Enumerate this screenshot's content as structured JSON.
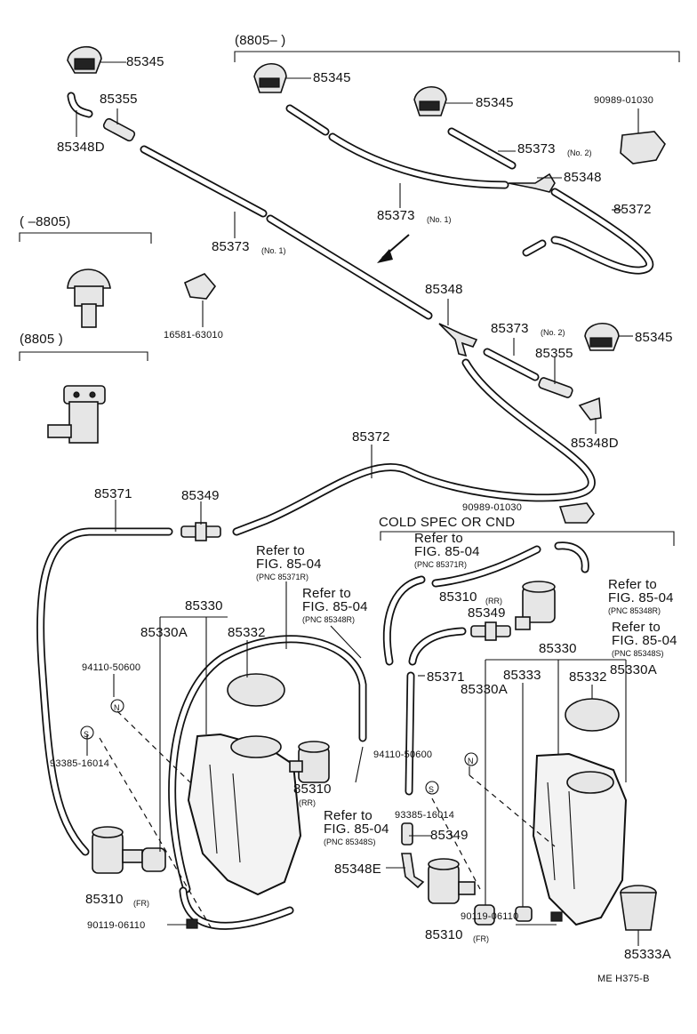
{
  "ranges": {
    "from_8805": "(8805–       )",
    "to_8805": "(       –8805)",
    "from_8805_b": "(8805         )"
  },
  "parts": {
    "p85345_a": "85345",
    "p85345_b": "85345",
    "p85345_c": "85345",
    "p85345_d": "85345",
    "p85355_a": "85355",
    "p85355_b": "85355",
    "p85348D_a": "85348D",
    "p85348D_b": "85348D",
    "p85373_1a": "85373",
    "p85373_1a_note": "(No. 1)",
    "p85373_1b": "85373",
    "p85373_1b_note": "(No. 1)",
    "p85373_2a": "85373",
    "p85373_2a_note": "(No. 2)",
    "p85373_2b": "85373",
    "p85373_2b_note": "(No. 2)",
    "p90989_a": "90989-01030",
    "p90989_b": "90989-01030",
    "p85348_a": "85348",
    "p85348_b": "85348",
    "p85372_a": "85372",
    "p85372_b": "85372",
    "p16581": "16581-63010",
    "p85371_a": "85371",
    "p85371_b": "85371",
    "p85349_a": "85349",
    "p85349_b": "85349",
    "p85349_c": "85349",
    "p85330_a": "85330",
    "p85330_b": "85330",
    "p85330A_a": "85330A",
    "p85330A_b": "85330A",
    "p85330A_c": "85330A",
    "p85332_a": "85332",
    "p85332_b": "85332",
    "p94110_a": "94110-50600",
    "p94110_b": "94110-50600",
    "p93385_a": "93385-16014",
    "p93385_b": "93385-16014",
    "p85310rr_a": "85310",
    "p85310rr_a_note": "(RR)",
    "p85310rr_b": "85310",
    "p85310rr_b_note": "(RR)",
    "p85310fr_a": "85310",
    "p85310fr_a_note": "(FR)",
    "p85310fr_b": "85310",
    "p85310fr_b_note": "(FR)",
    "p90119_a": "90119-06110",
    "p90119_b": "90119-06110",
    "p85333": "85333",
    "p85333A": "85333A",
    "p85348E": "85348E"
  },
  "refs": {
    "r1_l1": "Refer to",
    "r1_l2": "FIG. 85-04",
    "r1_l3": "(PNC 85371R)",
    "r2_l1": "Refer to",
    "r2_l2": "FIG. 85-04",
    "r2_l3": "(PNC 85348R)",
    "r3_l1": "Refer to",
    "r3_l2": "FIG. 85-04",
    "r3_l3": "(PNC 85348S)",
    "r4_l1": "Refer to",
    "r4_l2": "FIG. 85-04",
    "r4_l3": "(PNC 85371R)",
    "r5_l1": "Refer to",
    "r5_l2": "FIG. 85-04",
    "r5_l3": "(PNC 85348R)",
    "r6_l1": "Refer to",
    "r6_l2": "FIG. 85-04",
    "r6_l3": "(PNC 85348S)"
  },
  "section_title": "COLD SPEC OR CND",
  "markers": {
    "n": "N",
    "s": "S"
  },
  "footer_code": "ME  H375-B"
}
